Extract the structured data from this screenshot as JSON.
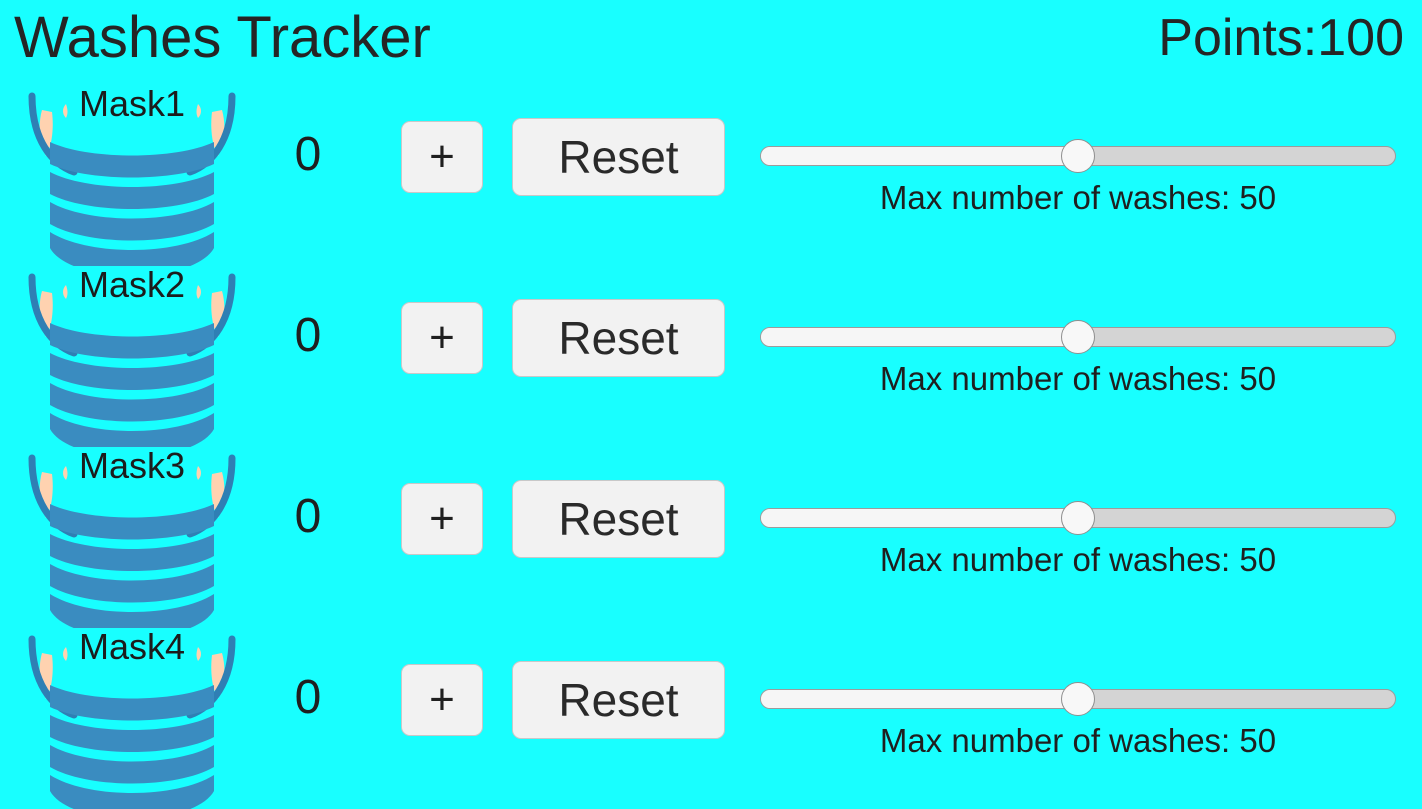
{
  "app": {
    "title": "Washes Tracker",
    "points_label": "Points:100",
    "background_color": "#18ffff",
    "mask_color": "#3a8cc0",
    "mask_outline_color": "#2f7fb4",
    "ear_color": "#ffd2b0",
    "button_bg_color": "#f2f2f2",
    "text_color": "#202020"
  },
  "slider_caption_prefix": "Max number of washes: ",
  "rows": [
    {
      "mask_label": "Mask1",
      "mask_icon": "face-mask-icon",
      "count": "0",
      "plus_label": "+",
      "reset_label": "Reset",
      "slider_value": 50,
      "slider_min": 0,
      "slider_max": 100,
      "slider_percent": "50%",
      "slider_caption": "Max number of washes: 50"
    },
    {
      "mask_label": "Mask2",
      "mask_icon": "face-mask-icon",
      "count": "0",
      "plus_label": "+",
      "reset_label": "Reset",
      "slider_value": 50,
      "slider_min": 0,
      "slider_max": 100,
      "slider_percent": "50%",
      "slider_caption": "Max number of washes: 50"
    },
    {
      "mask_label": "Mask3",
      "mask_icon": "face-mask-icon",
      "count": "0",
      "plus_label": "+",
      "reset_label": "Reset",
      "slider_value": 50,
      "slider_min": 0,
      "slider_max": 100,
      "slider_percent": "50%",
      "slider_caption": "Max number of washes: 50"
    },
    {
      "mask_label": "Mask4",
      "mask_icon": "face-mask-icon",
      "count": "0",
      "plus_label": "+",
      "reset_label": "Reset",
      "slider_value": 50,
      "slider_min": 0,
      "slider_max": 100,
      "slider_percent": "50%",
      "slider_caption": "Max number of washes: 50"
    }
  ]
}
